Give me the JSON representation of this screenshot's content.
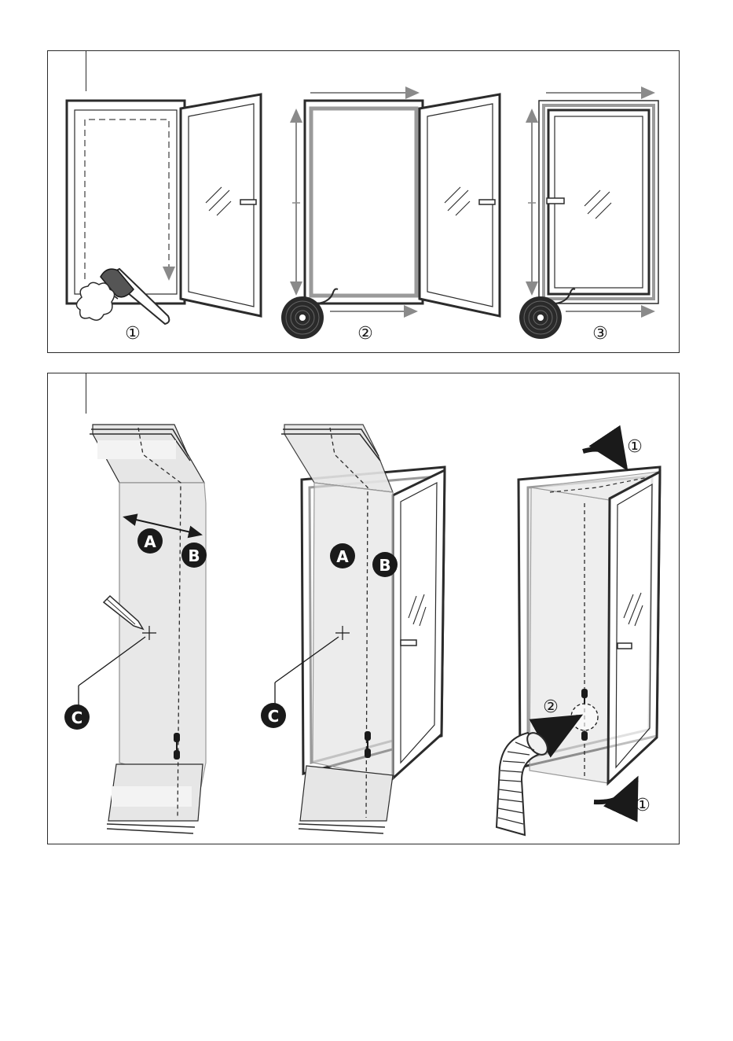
{
  "top_panel": {
    "steps": [
      "①",
      "②",
      "③"
    ]
  },
  "bottom_panel": {
    "letters": {
      "a": "A",
      "b": "B",
      "c": "C"
    },
    "steps": {
      "one_top": "①",
      "two": "②",
      "one_bottom": "①"
    }
  },
  "colors": {
    "line": "#2b2b2b",
    "arrow_gray": "#8a8a8a",
    "frame_gray": "#bdbdbd",
    "film": "#dcdcdc",
    "dark": "#1a1a1a"
  }
}
